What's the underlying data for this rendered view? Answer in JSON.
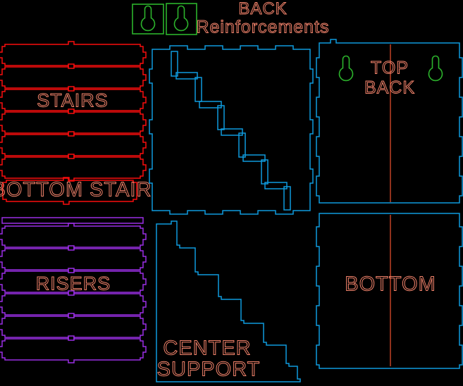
{
  "labels": {
    "back_reinforcements_line1": "BACK",
    "back_reinforcements_line2": "Reinforcements",
    "stairs": "STAIRS",
    "bottom_stair": "BOTTOM STAIR",
    "risers": "RISERS",
    "center_support_line1": "CENTER",
    "center_support_line2": "SUPPORT",
    "top_back_line1": "TOP",
    "top_back_line2": "BACK",
    "bottom": "BOTTOM"
  },
  "colors": {
    "background": "#000000",
    "stair_red": "#fa0d0d",
    "riser_purple": "#9b2fe6",
    "panel_cyan": "#0f9bde",
    "hanger_green": "#2cb32c",
    "label_salmon": "#f4846c",
    "centerline_red": "#ef5230"
  },
  "pieces": {
    "stair_treads_count": 6,
    "bottom_stair_count": 1,
    "riser_strip_count": 1,
    "risers_count": 6,
    "back_reinforcement_squares_count": 2,
    "keyhole_hangers_count": 4,
    "side_support_count": 1,
    "center_support_count": 1,
    "top_back_panel_count": 1,
    "bottom_panel_count": 1
  },
  "icons": {
    "keyhole_hanger": "keyhole-hanger-icon"
  }
}
